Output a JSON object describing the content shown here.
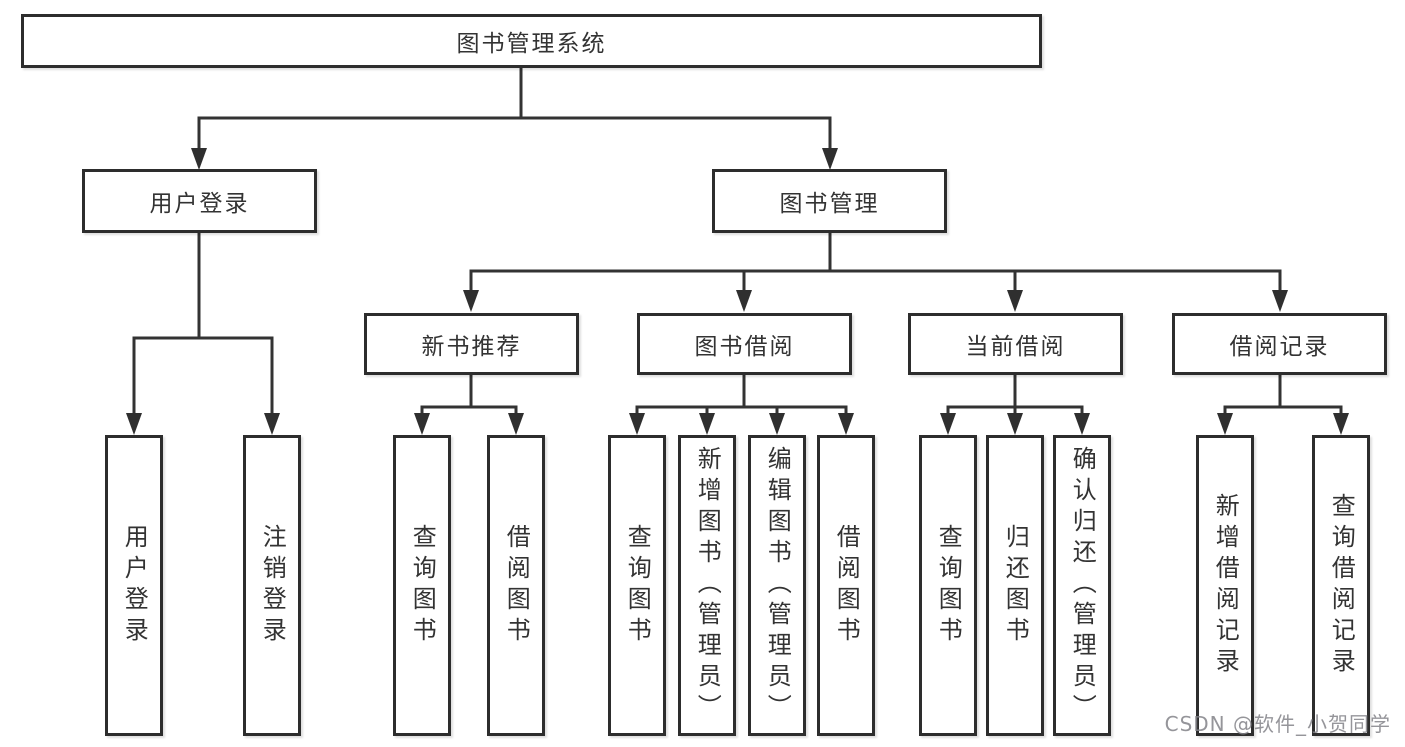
{
  "colors": {
    "line": "#333333",
    "box_border": "#2d2d2d",
    "box_fill": "#ffffff",
    "text": "#333333",
    "watermark": "#828288",
    "background": "#ffffff"
  },
  "watermark": "CSDN @软件_小贺同学",
  "diagram": {
    "type": "tree",
    "root": {
      "label": "图书管理系统"
    },
    "branches": [
      {
        "label": "用户登录",
        "children": [
          {
            "label": "用户登录"
          },
          {
            "label": "注销登录"
          }
        ]
      },
      {
        "label": "图书管理",
        "children": [
          {
            "label": "新书推荐",
            "children": [
              {
                "label": "查询图书"
              },
              {
                "label": "借阅图书"
              }
            ]
          },
          {
            "label": "图书借阅",
            "children": [
              {
                "label": "查询图书"
              },
              {
                "label": "新增图书（管理员）"
              },
              {
                "label": "编辑图书（管理员）"
              },
              {
                "label": "借阅图书"
              }
            ]
          },
          {
            "label": "当前借阅",
            "children": [
              {
                "label": "查询图书"
              },
              {
                "label": "归还图书"
              },
              {
                "label": "确认归还（管理员）"
              }
            ]
          },
          {
            "label": "借阅记录",
            "children": [
              {
                "label": "新增借阅记录"
              },
              {
                "label": "查询借阅记录"
              }
            ]
          }
        ]
      }
    ]
  }
}
